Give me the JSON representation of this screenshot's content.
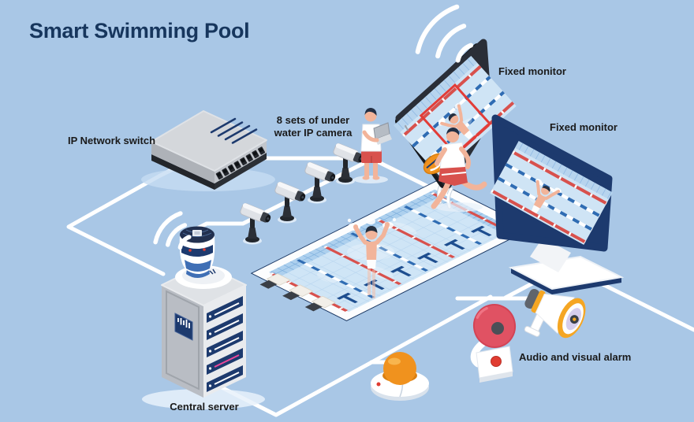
{
  "title": "Smart Swimming Pool",
  "labels": {
    "network_switch": "IP Network switch",
    "underwater_cameras_line1": "8 sets of under",
    "underwater_cameras_line2": "water IP camera",
    "fixed_monitor_tablet": "Fixed monitor",
    "fixed_monitor_desktop": "Fixed monitor",
    "central_server": "Central server",
    "audio_visual_alarm": "Audio and visual alarm"
  },
  "colors": {
    "background": "#a9c7e6",
    "title-color": "#17365d",
    "label-color": "#1a1a1a",
    "line-color": "#ffffff",
    "accent-red": "#d8514d",
    "accent-blue": "#2f6cb3",
    "navy": "#1d3a6e",
    "alarm-orange": "#f0921e",
    "alarm-red": "#e05263",
    "water": "#cfe5f6"
  },
  "icons": {
    "wifi": "wifi-signal-icon",
    "camera": "underwater-ip-camera-icon",
    "switch": "network-switch-icon",
    "server": "server-rack-icon",
    "ai_unit": "ai-robot-icon",
    "tablet": "tablet-monitor-icon",
    "monitor": "desktop-monitor-icon",
    "megaphone": "megaphone-icon",
    "alarm_bell": "alarm-bell-icon",
    "alarm_button": "alarm-button-icon",
    "rescue_buoy": "rescue-buoy-icon",
    "swimmer": "drowning-swimmer-icon",
    "lifeguard": "lifeguard-icon"
  }
}
